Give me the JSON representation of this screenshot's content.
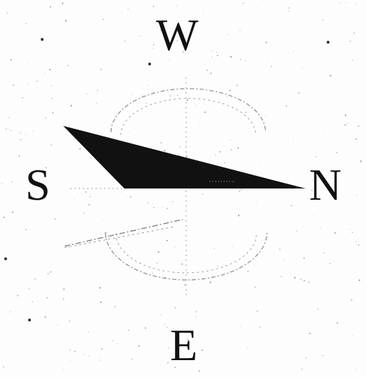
{
  "labels": {
    "top": "W",
    "left": "S",
    "right": "N",
    "bottom": "E"
  },
  "colors": {
    "ink": "#111111",
    "faint_ink": "#8a8a8a",
    "background": "#fdfdfd"
  },
  "icons": [
    "compass-needle-icon",
    "compass-rose"
  ]
}
